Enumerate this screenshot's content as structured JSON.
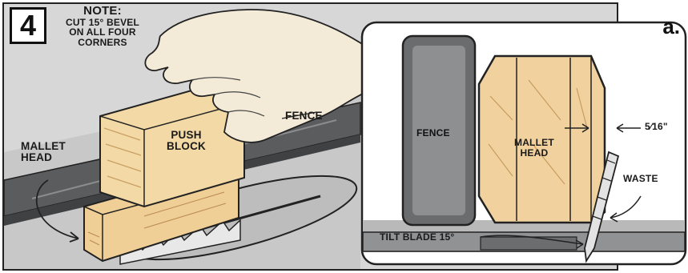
{
  "diagram": {
    "step_number": "4",
    "note_heading": "NOTE:",
    "note_lines": [
      "CUT 15° BEVEL",
      "ON ALL FOUR",
      "CORNERS"
    ],
    "labels": {
      "push_block_line1": "PUSH",
      "push_block_line2": "BLOCK",
      "fence": "FENCE",
      "mallet_head_line1": "MALLET",
      "mallet_head_line2": "HEAD"
    },
    "detail": {
      "letter": "a.",
      "fence": "FENCE",
      "mallet_head_line1": "MALLET",
      "mallet_head_line2": "HEAD",
      "dimension": "5⁄16\"",
      "waste": "WASTE",
      "tilt_blade": "TILT BLADE 15°"
    },
    "colors": {
      "wood": "#f0cf97",
      "wood_dark": "#d9a868",
      "fence": "#55585a",
      "table": "#c9c9c9",
      "ink": "#1a1a1a"
    }
  }
}
